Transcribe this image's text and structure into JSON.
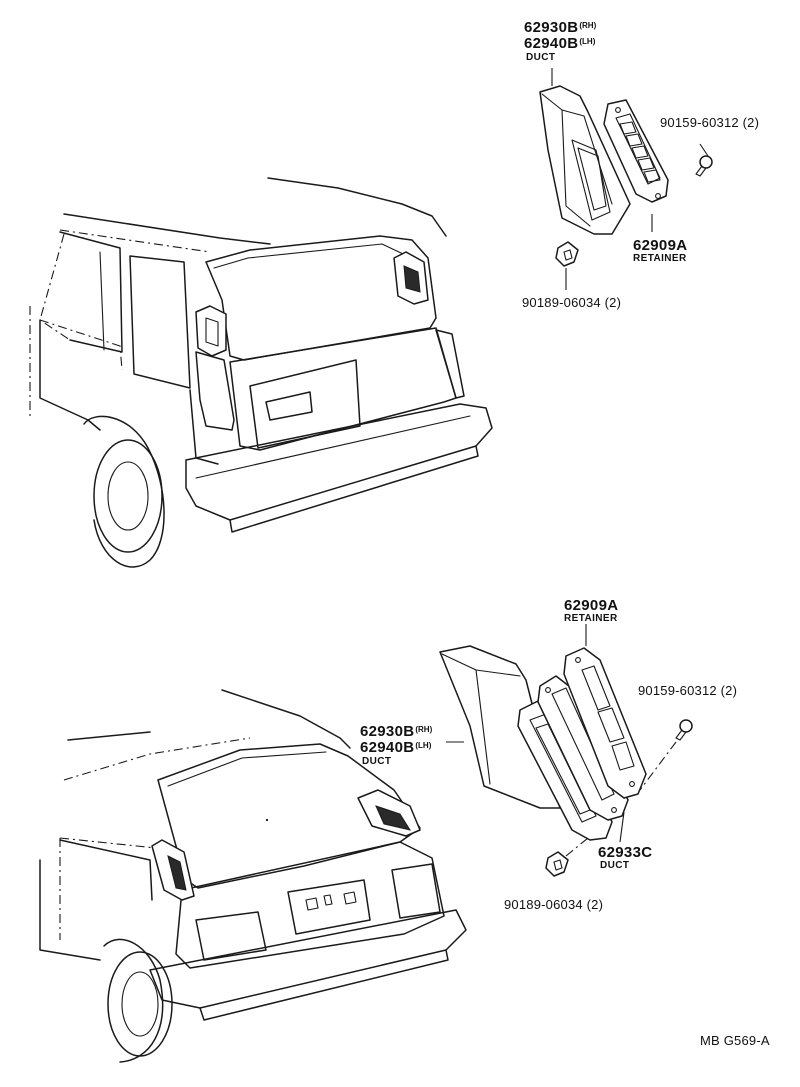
{
  "diagram": {
    "upper": {
      "duct_rh": "62930B",
      "duct_rh_side": "(RH)",
      "duct_lh": "62940B",
      "duct_lh_side": "(LH)",
      "duct_name": "DUCT",
      "screw": "90159-60312 (2)",
      "retainer_part": "62909A",
      "retainer_name": "RETAINER",
      "clip": "90189-06034 (2)"
    },
    "lower": {
      "retainer_part": "62909A",
      "retainer_name": "RETAINER",
      "screw": "90159-60312 (2)",
      "duct_rh": "62930B",
      "duct_rh_side": "(RH)",
      "duct_lh": "62940B",
      "duct_lh_side": "(LH)",
      "duct_name": "DUCT",
      "duct2_part": "62933C",
      "duct2_name": "DUCT",
      "clip": "90189-06034 (2)"
    },
    "reference": "MB G569-A"
  }
}
